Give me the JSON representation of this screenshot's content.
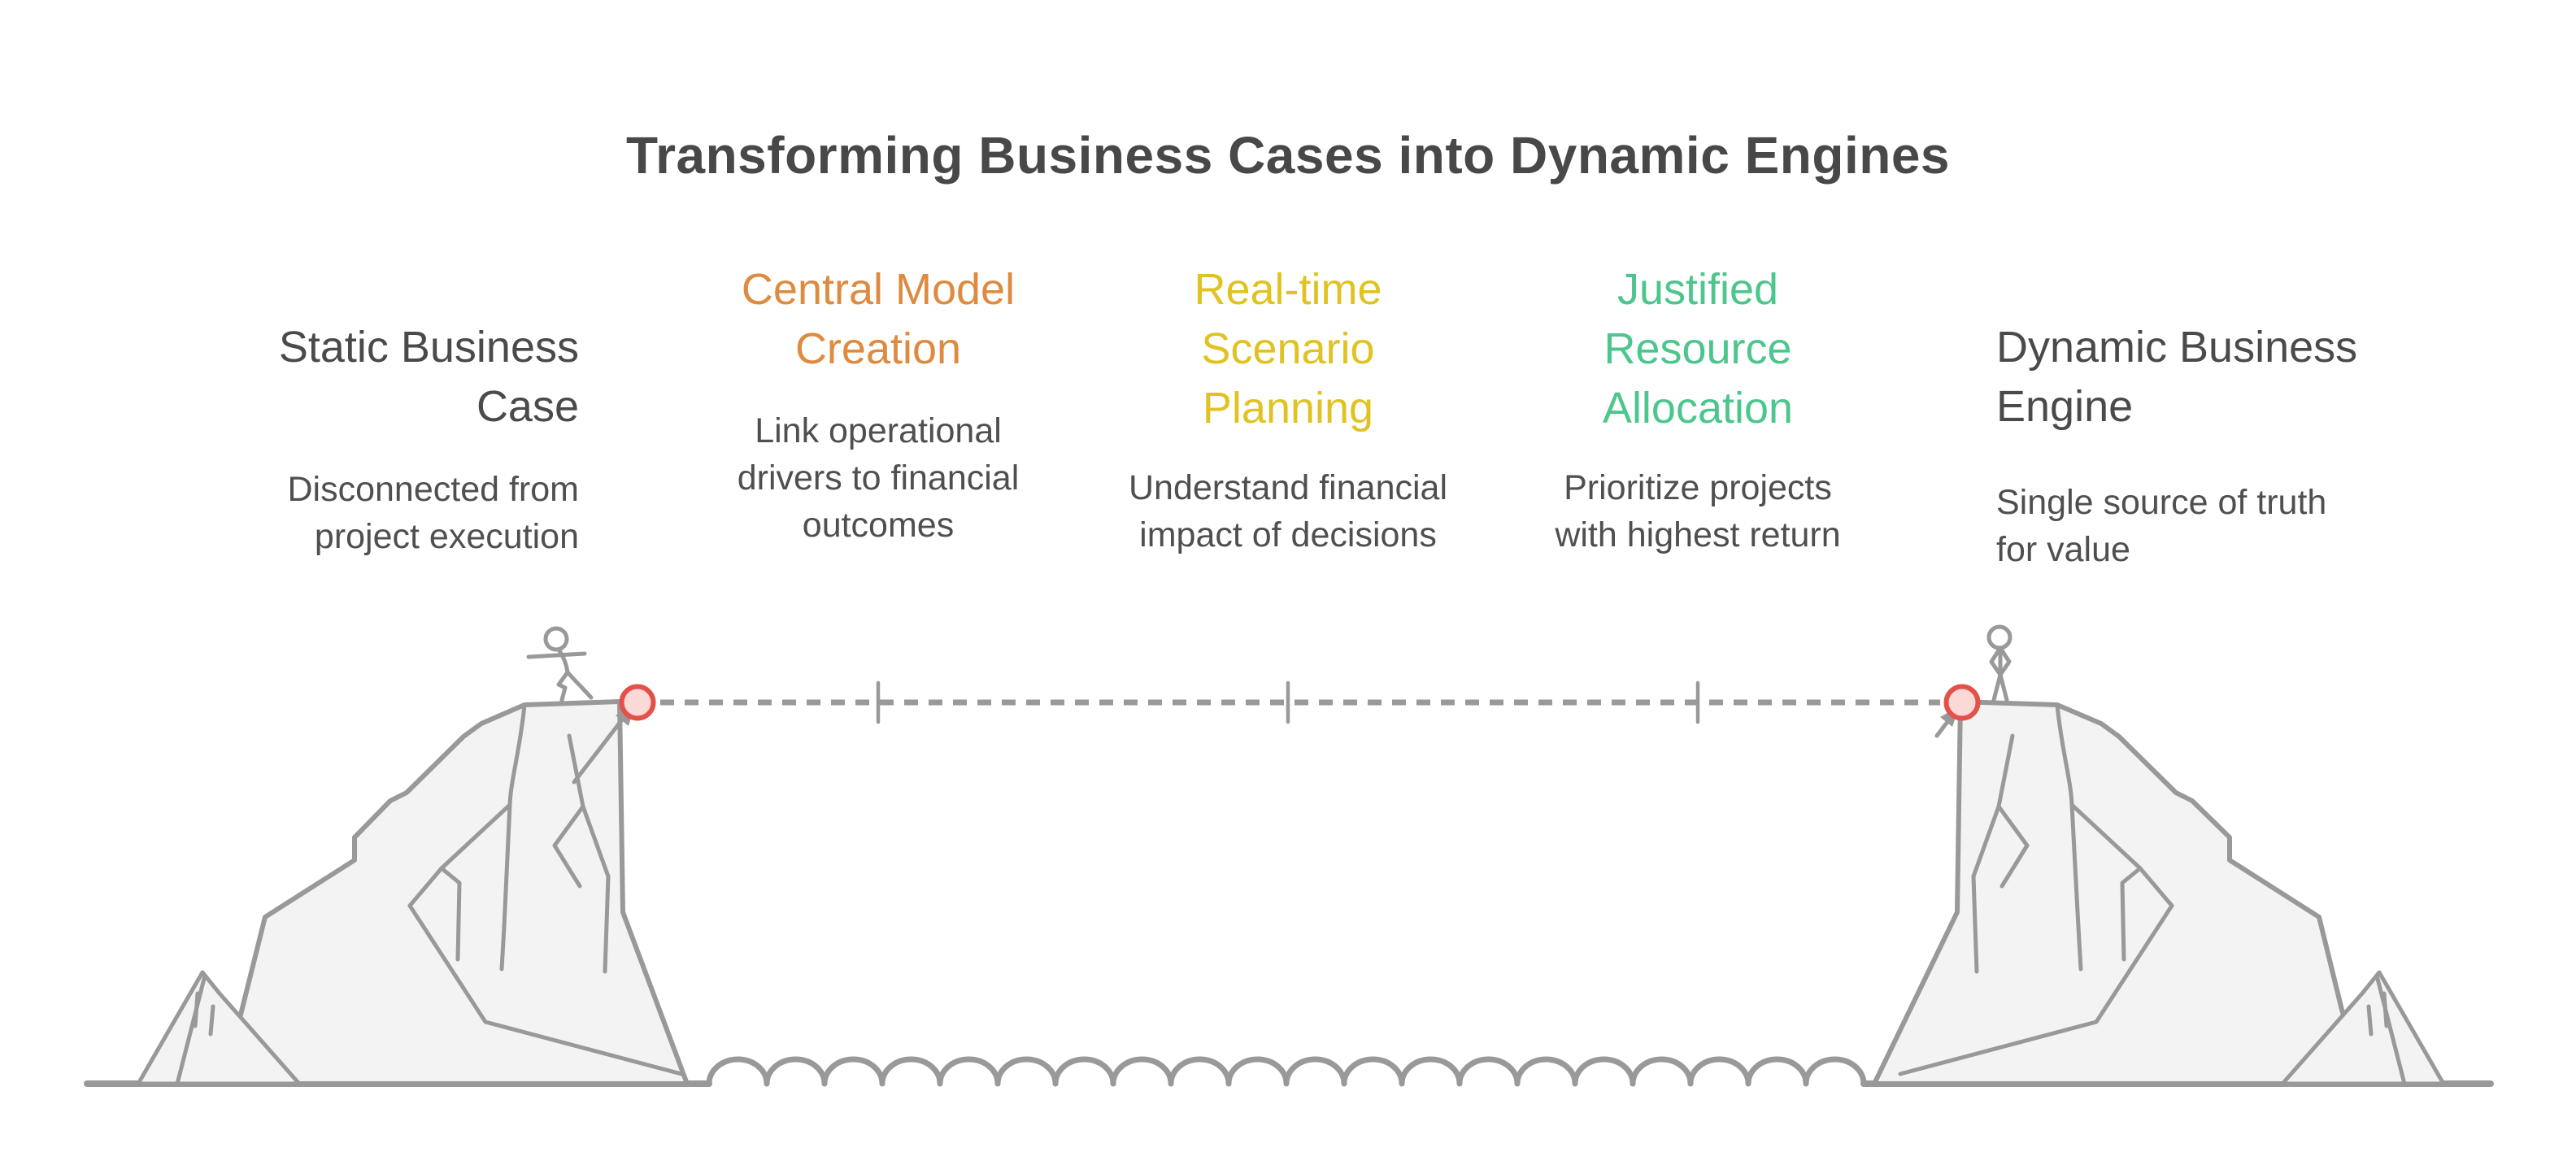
{
  "title": "Transforming Business Cases into Dynamic Engines",
  "columns": [
    {
      "id": "static-business-case",
      "heading": "Static Business\nCase",
      "description": "Disconnected from\nproject execution",
      "color": "#4A4A4A"
    },
    {
      "id": "central-model-creation",
      "heading": "Central Model\nCreation",
      "description": "Link operational\ndrivers to financial\noutcomes",
      "color": "#DE8A3F"
    },
    {
      "id": "real-time-scenario-planning",
      "heading": "Real-time\nScenario\nPlanning",
      "description": "Understand financial\nimpact of decisions",
      "color": "#E0C322"
    },
    {
      "id": "justified-resource-allocation",
      "heading": "Justified\nResource\nAllocation",
      "description": "Prioritize projects\nwith highest return",
      "color": "#4CC68C"
    },
    {
      "id": "dynamic-business-engine",
      "heading": "Dynamic Business\nEngine",
      "description": "Single source of truth\nfor value",
      "color": "#4A4A4A"
    }
  ],
  "illustration": {
    "left_figure": "stick-figure-climbing",
    "right_figure": "stick-figure-standing",
    "anchors": "red-circle-anchor-points",
    "connector": "dashed-line-with-three-ticks",
    "scene": "two-cliffs-over-water",
    "palette": {
      "line_gray": "#999999",
      "cliff_fill": "#F3F3F3",
      "anchor_red_stroke": "#E4504A",
      "anchor_red_fill": "#FAD9D7",
      "title_text": "#484848",
      "body_text": "#4F4F4F"
    }
  }
}
